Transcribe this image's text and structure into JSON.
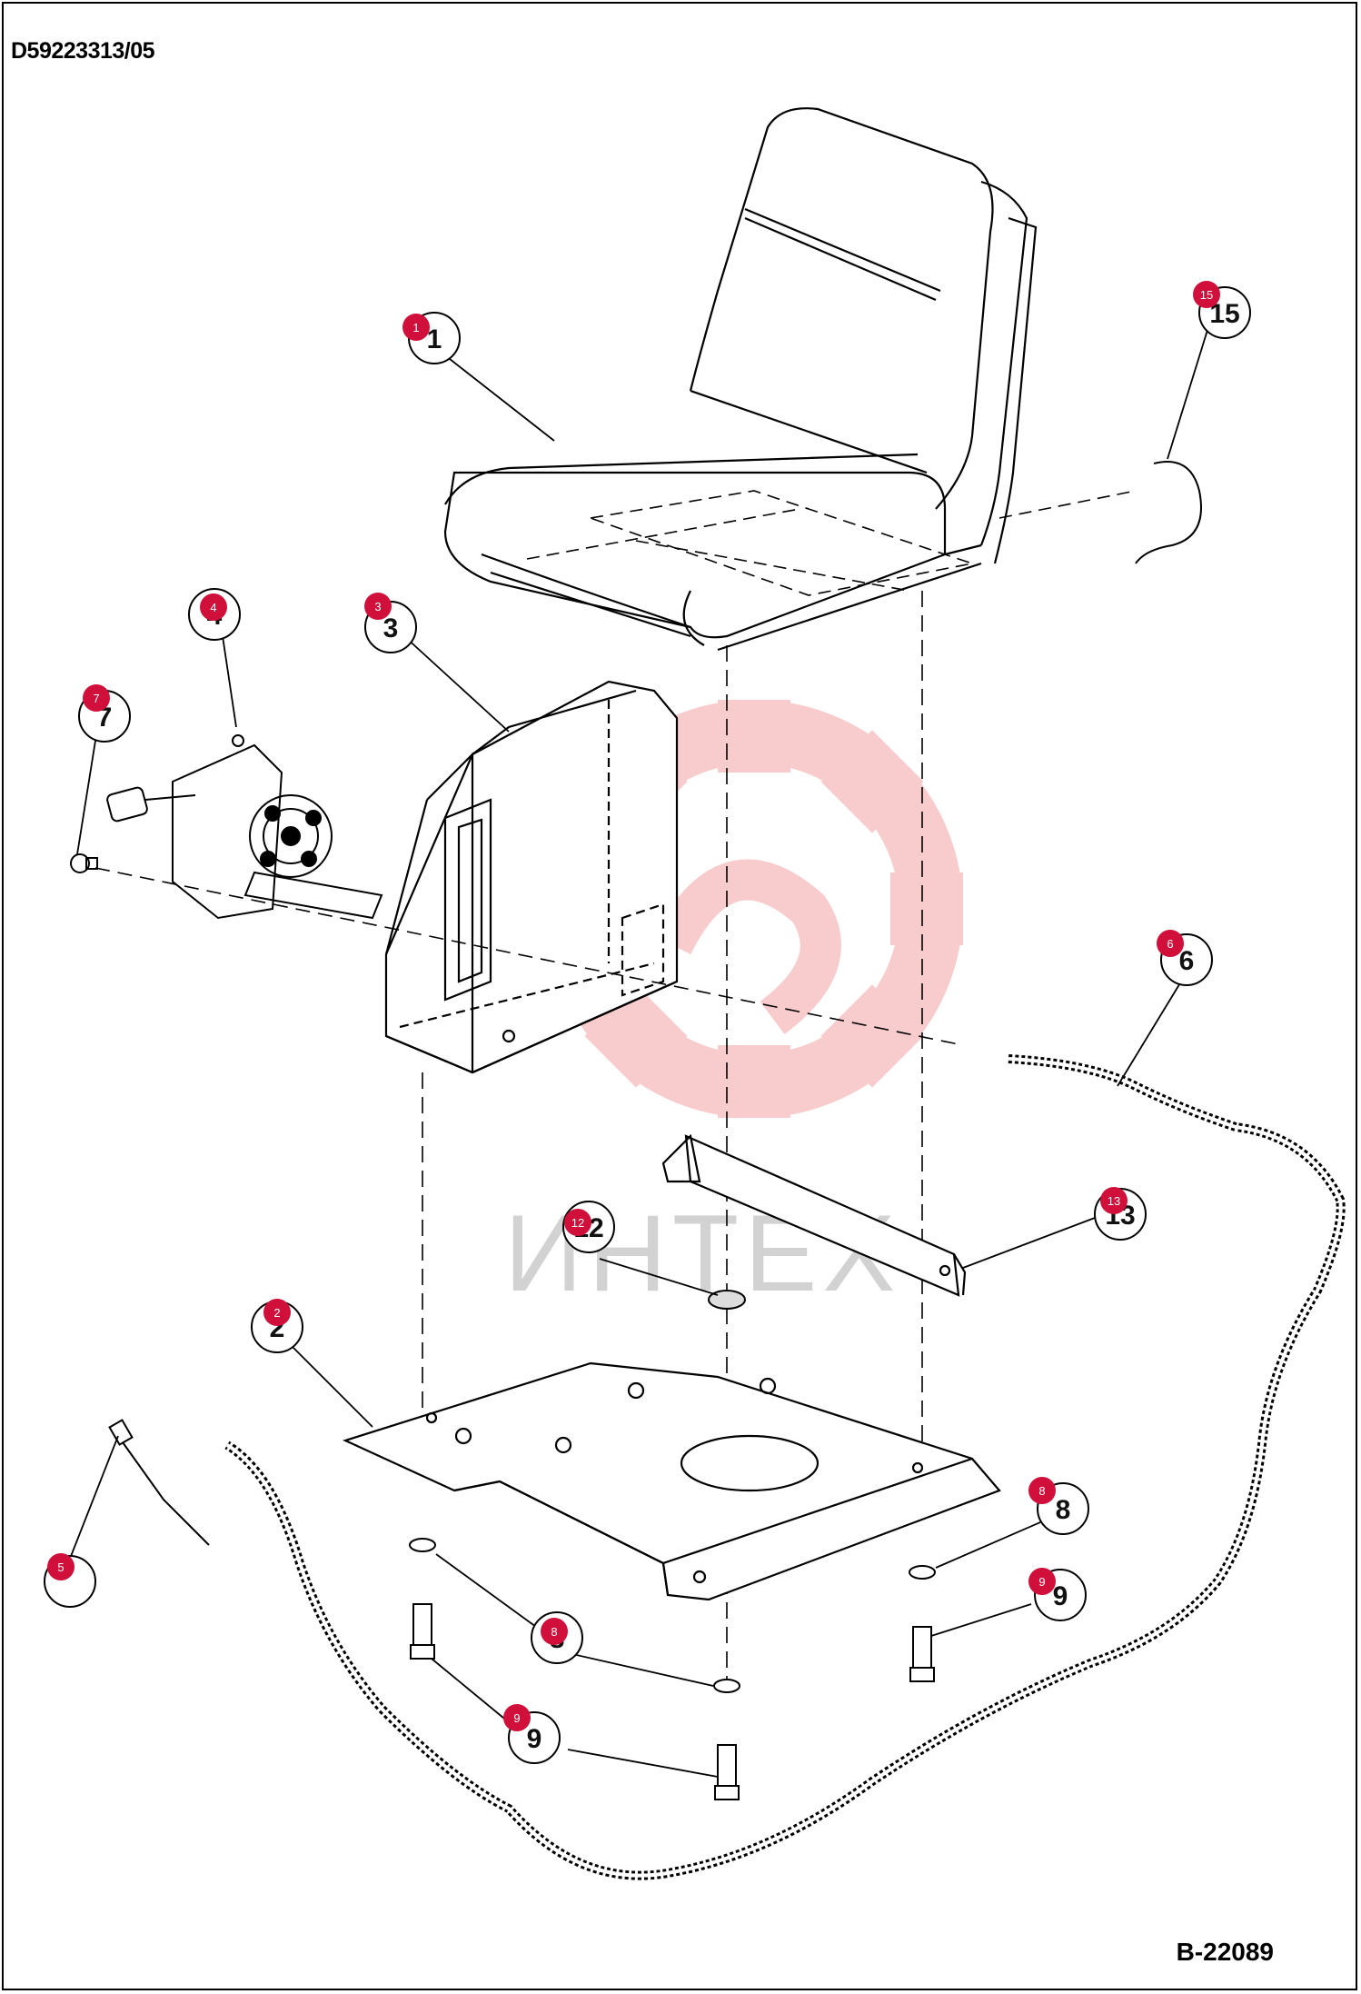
{
  "document": {
    "doc_id": "D59223313/05",
    "figure_id": "B-22089"
  },
  "watermark": {
    "text": "ИНТЕХ",
    "gear_color": "#f7c4c4",
    "text_color": "#d2d2d2"
  },
  "callouts": [
    {
      "label": "1"
    },
    {
      "label": "2"
    },
    {
      "label": "3"
    },
    {
      "label": "4"
    },
    {
      "label": "5"
    },
    {
      "label": "6"
    },
    {
      "label": "7"
    },
    {
      "label": "8"
    },
    {
      "label": "8"
    },
    {
      "label": "9"
    },
    {
      "label": "9"
    },
    {
      "label": "12"
    },
    {
      "label": "13"
    },
    {
      "label": "15"
    },
    {
      "label": "9"
    }
  ],
  "colors": {
    "marker": "#d0103a",
    "line": "#000000",
    "background": "#ffffff"
  }
}
